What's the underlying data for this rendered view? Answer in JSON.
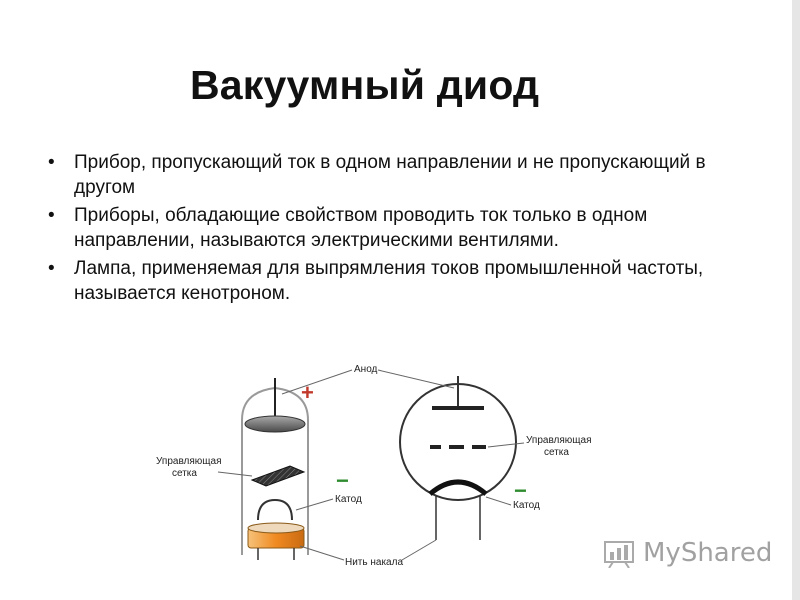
{
  "slide": {
    "title": "Вакуумный диод",
    "bullets": [
      {
        "marker": "•",
        "text": "Прибор, пропускающий ток в одном направлении и не пропускающий в другом"
      },
      {
        "marker": "•",
        "text": " Приборы, обладающие свойством проводить ток только в одном направлении, называются электрическими вентилями."
      },
      {
        "marker": "•",
        "text": " Лампа, применяемая для выпрямления токов промышленной частоты, называется кенотроном."
      }
    ]
  },
  "diagram": {
    "labels": {
      "anode": "Анод",
      "grid_left_line1": "Управляющая",
      "grid_left_line2": "сетка",
      "grid_right_line1": "Управляющая",
      "grid_right_line2": "сетка",
      "cathode_left": "Катод",
      "cathode_right": "Катод",
      "filament": "Нить накала",
      "plus": "+",
      "minus_left": "−",
      "minus_right": "−"
    },
    "colors": {
      "plus": "#c0392b",
      "minus": "#2e8b2e",
      "filament_heater": "#f0a040"
    }
  },
  "watermark": {
    "text": "MyShared",
    "icon": "bar-chart-logo-icon"
  }
}
